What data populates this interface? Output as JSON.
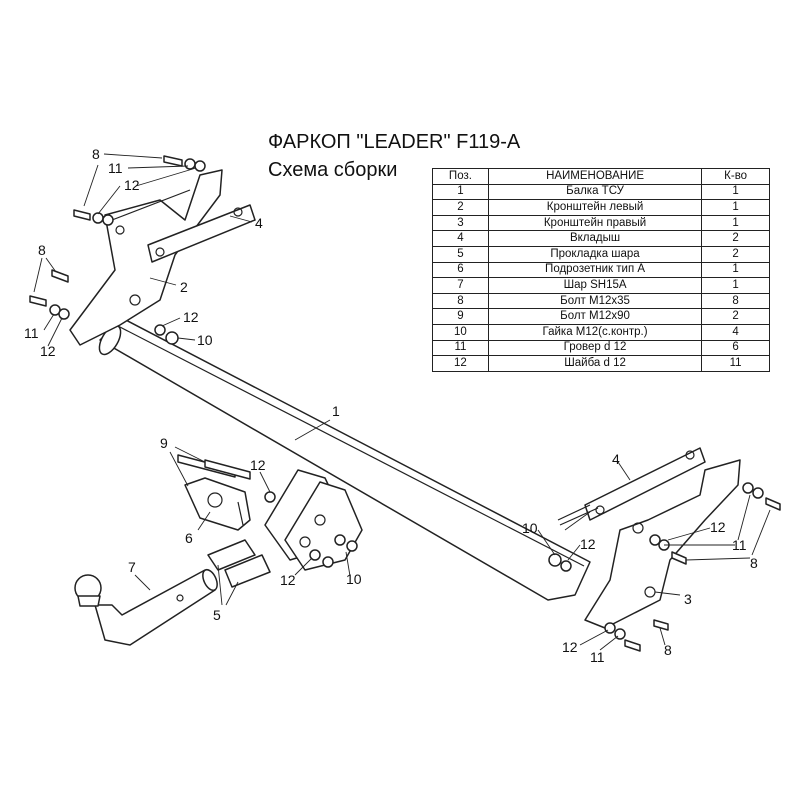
{
  "title": "ФАРКОП \"LEADER\" F119-A",
  "subtitle": "Схема сборки",
  "table": {
    "headers": [
      "Поз.",
      "НАИМЕНОВАНИЕ",
      "К-во"
    ],
    "rows": [
      [
        "1",
        "Балка ТСУ",
        "1"
      ],
      [
        "2",
        "Кронштейн левый",
        "1"
      ],
      [
        "3",
        "Кронштейн правый",
        "1"
      ],
      [
        "4",
        "Вкладыш",
        "2"
      ],
      [
        "5",
        "Прокладка шара",
        "2"
      ],
      [
        "6",
        "Подрозетник тип А",
        "1"
      ],
      [
        "7",
        "Шар SH15A",
        "1"
      ],
      [
        "8",
        "Болт М12х35",
        "8"
      ],
      [
        "9",
        "Болт М12х90",
        "2"
      ],
      [
        "10",
        "Гайка М12(с.контр.)",
        "4"
      ],
      [
        "11",
        "Гровер d 12",
        "6"
      ],
      [
        "12",
        "Шайба d 12",
        "11"
      ]
    ]
  },
  "callouts": [
    "8",
    "11",
    "12",
    "4",
    "8",
    "2",
    "11",
    "12",
    "12",
    "10",
    "1",
    "9",
    "12",
    "6",
    "7",
    "5",
    "12",
    "10",
    "4",
    "10",
    "12",
    "12",
    "11",
    "8",
    "3",
    "12",
    "11",
    "8"
  ]
}
